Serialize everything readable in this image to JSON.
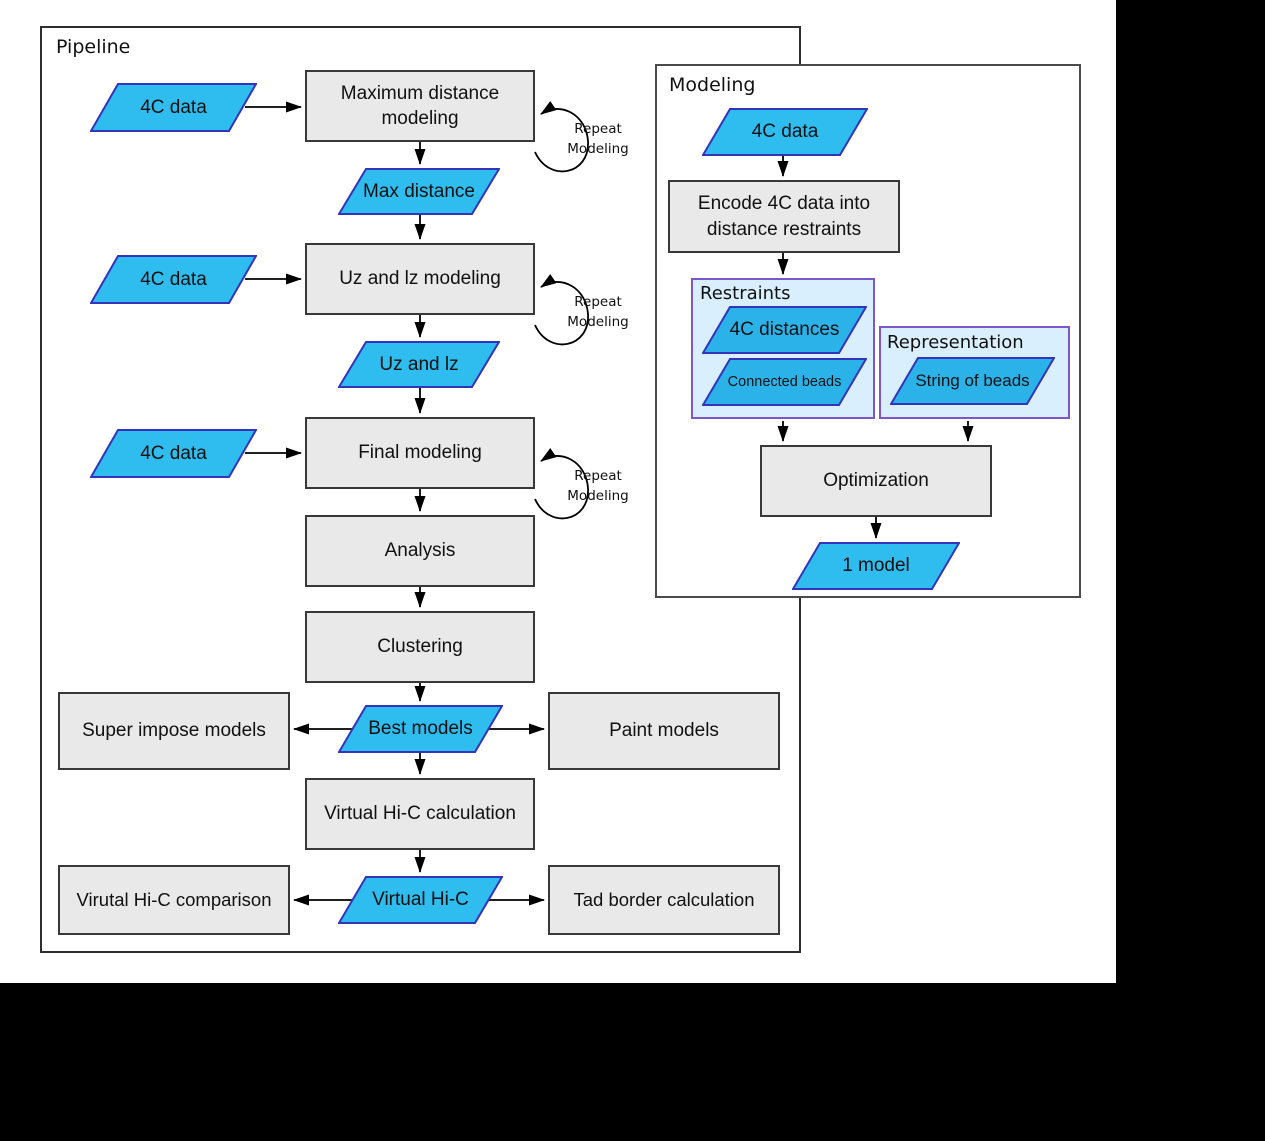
{
  "colors": {
    "background": "#000000",
    "canvas": "#ffffff",
    "frame_border": "#2e2e2e",
    "modeling_border": "#4a4a4a",
    "process_fill": "#e9e9e9",
    "process_border": "#383838",
    "data_fill": "#2fbcee",
    "data_fill_inner": "#2bb3e9",
    "data_border": "#3333bb",
    "group_fill": "#daeffd",
    "group_border": "#7d57c8",
    "arrow": "#000000",
    "text": "#111111"
  },
  "pipeline": {
    "title": "Pipeline",
    "input_4c": "4C data",
    "repeat_line1": "Repeat",
    "repeat_line2": "Modeling",
    "steps": {
      "max": "Maximum distance modeling",
      "uzlz": "Uz and lz modeling",
      "final": "Final modeling",
      "analysis": "Analysis",
      "clustering": "Clustering",
      "superimpose": "Super impose models",
      "paint": "Paint models",
      "vhic_calc": "Virtual Hi-C calculation",
      "vhic_comp": "Virutal Hi-C comparison",
      "tad": "Tad border calculation"
    },
    "data": {
      "max_distance": "Max distance",
      "uzlz": "Uz and lz",
      "best_models": "Best models",
      "vhic": "Virtual Hi-C"
    }
  },
  "modeling": {
    "title": "Modeling",
    "input_4c": "4C data",
    "steps": {
      "encode": "Encode 4C data into distance restraints",
      "optimization": "Optimization"
    },
    "groups": {
      "restraints": {
        "title": "Restraints",
        "items": [
          "4C distances",
          "Connected beads"
        ]
      },
      "representation": {
        "title": "Representation",
        "items": [
          "String of beads"
        ]
      }
    },
    "data": {
      "one_model": "1 model"
    }
  }
}
